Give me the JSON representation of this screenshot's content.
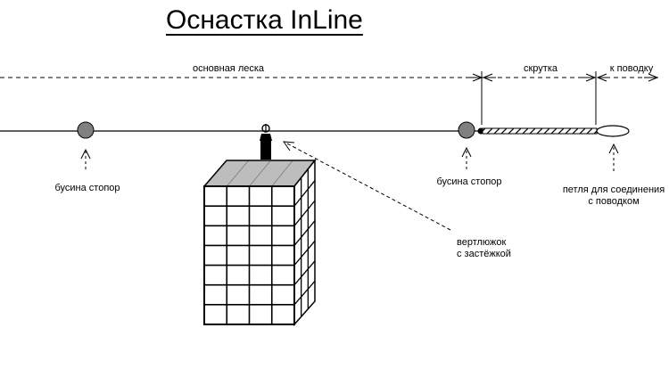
{
  "title": "Оснастка InLine",
  "labels": {
    "main_line": "основная леска",
    "twist": "скрутка",
    "to_leader": "к поводку",
    "bead_left": "бусина стопор",
    "bead_right": "бусина стопор",
    "loop_line1": "петля для соединения",
    "loop_line2": "с поводком",
    "swivel_line1": "вертлюжок",
    "swivel_line2": "с застёжкой"
  },
  "colors": {
    "line": "#000000",
    "bead": "#808080",
    "feeder_top": "#bdbdbd",
    "feeder_body": "#ffffff"
  }
}
